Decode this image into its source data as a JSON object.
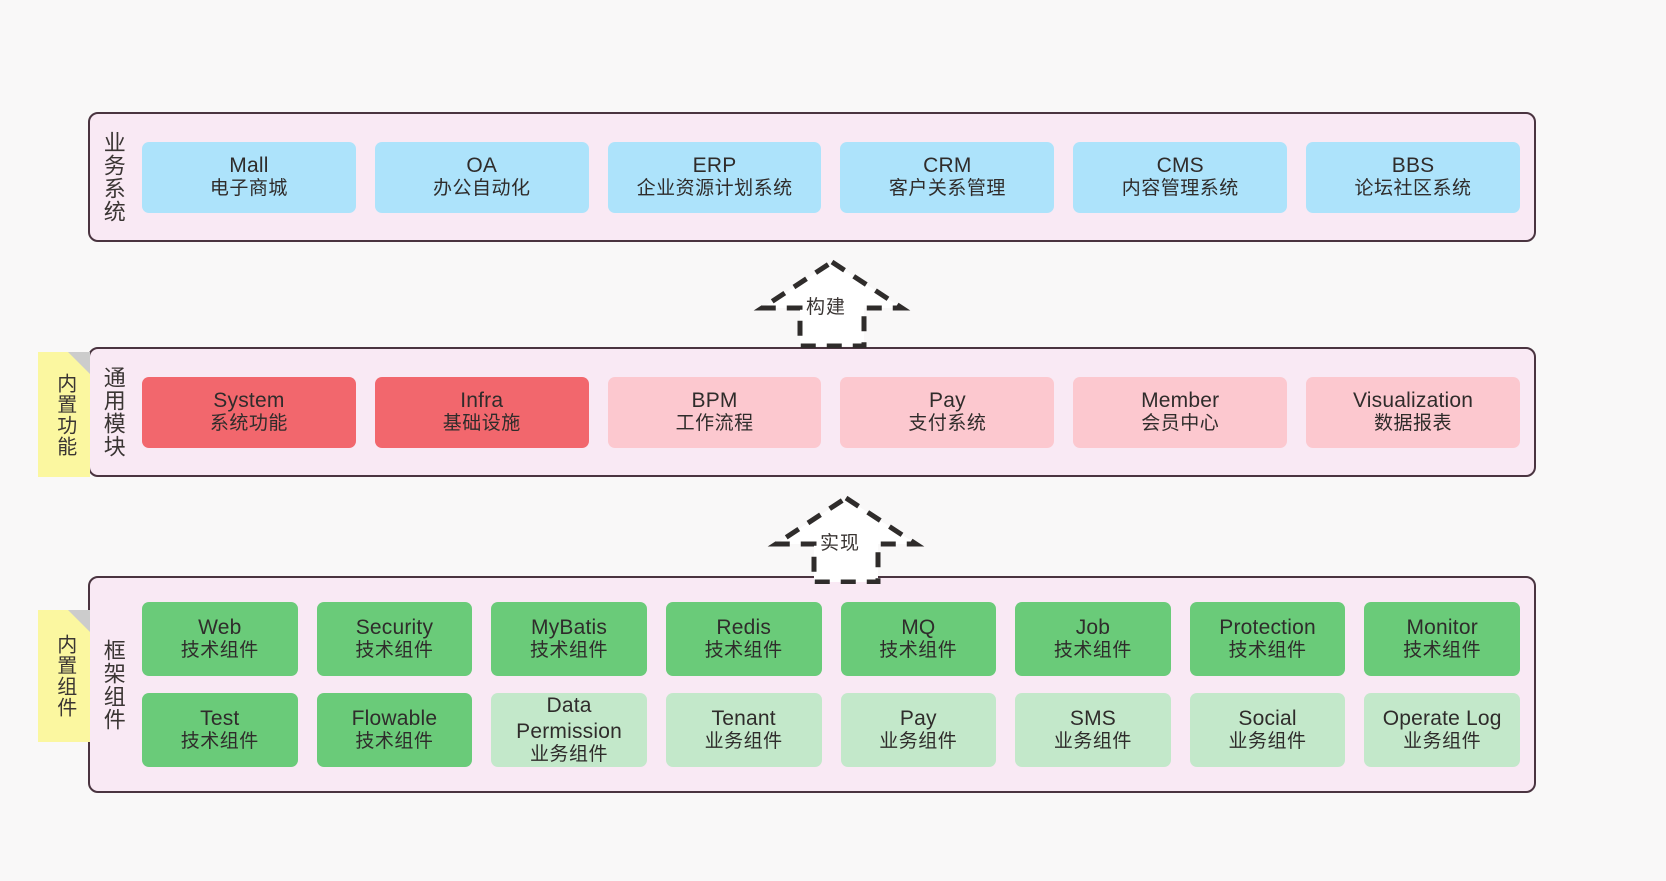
{
  "diagram": {
    "title_business": "业务系统",
    "title_common": "通用模块",
    "title_framework": "框架组件",
    "sticky_common": "内置功能",
    "sticky_framework": "内置组件",
    "arrow_build_label": "构建",
    "arrow_impl_label": "实现",
    "colors": {
      "panel_bg": "#f9e9f4",
      "panel_border": "#4a3440",
      "blue": "#ade3fb",
      "red": "#f2676d",
      "pink": "#fcc8cf",
      "green": "#6acb79",
      "light_green": "#c3e8ca",
      "sticky_yellow": "#fbf7a0",
      "sticky_fold": "#cccccc",
      "canvas_bg": "#f9f8f8"
    }
  },
  "business_systems": [
    {
      "en": "Mall",
      "cn": "电子商城"
    },
    {
      "en": "OA",
      "cn": "办公自动化"
    },
    {
      "en": "ERP",
      "cn": "企业资源计划系统"
    },
    {
      "en": "CRM",
      "cn": "客户关系管理"
    },
    {
      "en": "CMS",
      "cn": "内容管理系统"
    },
    {
      "en": "BBS",
      "cn": "论坛社区系统"
    }
  ],
  "common_modules": [
    {
      "en": "System",
      "cn": "系统功能",
      "tone": "red"
    },
    {
      "en": "Infra",
      "cn": "基础设施",
      "tone": "red"
    },
    {
      "en": "BPM",
      "cn": "工作流程",
      "tone": "pink"
    },
    {
      "en": "Pay",
      "cn": "支付系统",
      "tone": "pink"
    },
    {
      "en": "Member",
      "cn": "会员中心",
      "tone": "pink"
    },
    {
      "en": "Visualization",
      "cn": "数据报表",
      "tone": "pink"
    }
  ],
  "framework_row1": [
    {
      "en": "Web",
      "cn": "技术组件",
      "tone": "green"
    },
    {
      "en": "Security",
      "cn": "技术组件",
      "tone": "green"
    },
    {
      "en": "MyBatis",
      "cn": "技术组件",
      "tone": "green"
    },
    {
      "en": "Redis",
      "cn": "技术组件",
      "tone": "green"
    },
    {
      "en": "MQ",
      "cn": "技术组件",
      "tone": "green"
    },
    {
      "en": "Job",
      "cn": "技术组件",
      "tone": "green"
    },
    {
      "en": "Protection",
      "cn": "技术组件",
      "tone": "green"
    },
    {
      "en": "Monitor",
      "cn": "技术组件",
      "tone": "green"
    }
  ],
  "framework_row2": [
    {
      "en": "Test",
      "cn": "技术组件",
      "tone": "green"
    },
    {
      "en": "Flowable",
      "cn": "技术组件",
      "tone": "green"
    },
    {
      "en": "Data Permission",
      "cn": "业务组件",
      "tone": "lgreen"
    },
    {
      "en": "Tenant",
      "cn": "业务组件",
      "tone": "lgreen"
    },
    {
      "en": "Pay",
      "cn": "业务组件",
      "tone": "lgreen"
    },
    {
      "en": "SMS",
      "cn": "业务组件",
      "tone": "lgreen"
    },
    {
      "en": "Social",
      "cn": "业务组件",
      "tone": "lgreen"
    },
    {
      "en": "Operate Log",
      "cn": "业务组件",
      "tone": "lgreen"
    }
  ]
}
